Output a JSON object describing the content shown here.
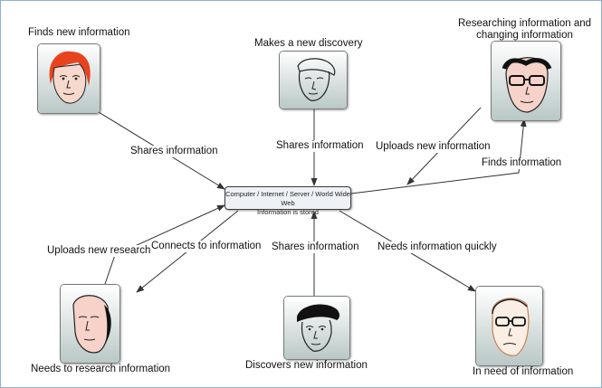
{
  "hub": {
    "line1": "Computer / Internet / Server / World Wide Web",
    "line2": "Information is stored"
  },
  "people": {
    "top_left": "Finds new information",
    "top_center": "Makes a new discovery",
    "top_right_line1": "Researching information and",
    "top_right_line2": "changing information",
    "bottom_left": "Needs to research information",
    "bottom_center": "Discovers new information",
    "bottom_right": "In need of information"
  },
  "links": {
    "tl_shares": "Shares information",
    "tc_shares": "Shares information",
    "tr_uploads": "Uploads new information",
    "tr_finds": "Finds information",
    "bl_uploads": "Uploads new research",
    "bl_connects": "Connects to information",
    "bc_shares": "Shares information",
    "br_needs": "Needs information quickly"
  },
  "colors": {
    "frame_border": "#8fb0d4",
    "hub_fill": "#eef2f6",
    "arrow": "#333333",
    "portrait_background_top": "#ffffff",
    "portrait_background_bottom": "#b9c8c6"
  }
}
